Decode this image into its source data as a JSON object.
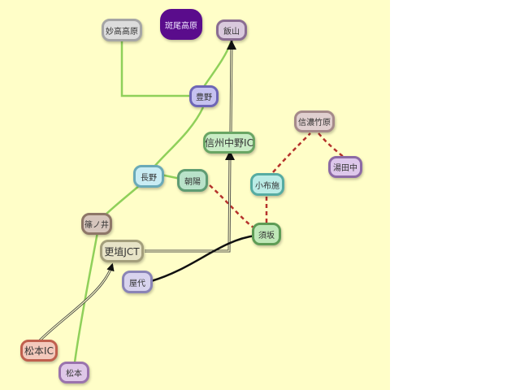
{
  "nodes": {
    "myoko": "妙高高原",
    "madarao": "斑尾高原",
    "iiyama": "飯山",
    "toyono": "豊野",
    "shinanotakehara": "信濃竹原",
    "shinshunakano": "信州中野IC",
    "yudanaka": "湯田中",
    "nagano": "長野",
    "asahi": "朝陽",
    "obuse": "小布施",
    "shinonoi": "篠ノ井",
    "suzaka": "須坂",
    "koshoku": "更埴JCT",
    "yashiro": "屋代",
    "matsumotoic": "松本IC",
    "matsumoto": "松本"
  },
  "colors": {
    "canvas": "#fffec8",
    "rail_green": "#8fd05a",
    "dashed_red": "#b5322c",
    "expressway": "#444444"
  }
}
